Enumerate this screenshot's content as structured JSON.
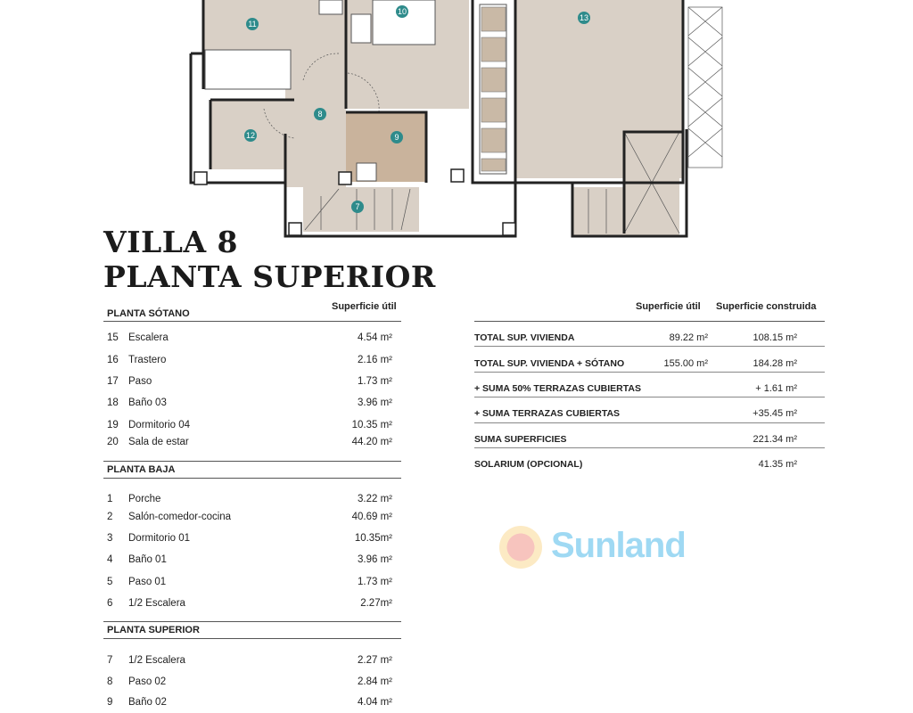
{
  "plan": {
    "rooms": [
      "7",
      "8",
      "9",
      "10",
      "11",
      "12",
      "13"
    ]
  },
  "title": {
    "line1": "VILLA 8",
    "line2": "PLANTA SUPERIOR"
  },
  "watermark": "Sunland",
  "left_table": {
    "header": "Superficie útil",
    "sections": [
      {
        "name": "PLANTA SÓTANO",
        "rows": [
          {
            "n": "15",
            "label": "Escalera",
            "value": "4.54 m²"
          },
          {
            "n": "16",
            "label": "Trastero",
            "value": "2.16 m²"
          },
          {
            "n": "17",
            "label": "Paso",
            "value": "1.73 m²"
          },
          {
            "n": "18",
            "label": "Baño 03",
            "value": "3.96 m²"
          },
          {
            "n": "19",
            "label": "Dormitorio 04",
            "value": "10.35 m²"
          },
          {
            "n": "20",
            "label": "Sala de estar",
            "value": "44.20 m²"
          }
        ]
      },
      {
        "name": "PLANTA BAJA",
        "rows": [
          {
            "n": "1",
            "label": "Porche",
            "value": "3.22 m²"
          },
          {
            "n": "2",
            "label": "Salón-comedor-cocina",
            "value": "40.69 m²"
          },
          {
            "n": "3",
            "label": "Dormitorio 01",
            "value": "10.35m²"
          },
          {
            "n": "4",
            "label": "Baño 01",
            "value": "3.96 m²"
          },
          {
            "n": "5",
            "label": "Paso 01",
            "value": "1.73 m²"
          },
          {
            "n": "6",
            "label": "1/2 Escalera",
            "value": "2.27m²"
          }
        ]
      },
      {
        "name": "PLANTA SUPERIOR",
        "rows": [
          {
            "n": "7",
            "label": "1/2 Escalera",
            "value": "2.27 m²"
          },
          {
            "n": "8",
            "label": "Paso 02",
            "value": "2.84 m²"
          },
          {
            "n": "9",
            "label": "Baño 02",
            "value": "4.04 m²"
          }
        ]
      }
    ]
  },
  "right_table": {
    "header_util": "Superficie útil",
    "header_construida": "Superficie construida",
    "rows": [
      {
        "label": "TOTAL SUP. VIVIENDA",
        "util": "89.22 m²",
        "construida": "108.15 m²"
      },
      {
        "label": "TOTAL SUP. VIVIENDA + SÓTANO",
        "util": "155.00  m²",
        "construida": "184.28 m²"
      },
      {
        "label": "+ SUMA 50% TERRAZAS CUBIERTAS",
        "util": "",
        "construida": "+ 1.61 m²"
      },
      {
        "label": "+ SUMA TERRAZAS CUBIERTAS",
        "util": "",
        "construida": "+35.45 m²"
      },
      {
        "label": "SUMA SUPERFICIES",
        "util": "",
        "construida": "221.34 m²"
      },
      {
        "label": "SOLARIUM (OPCIONAL)",
        "util": "",
        "construida": "41.35 m²"
      }
    ]
  }
}
